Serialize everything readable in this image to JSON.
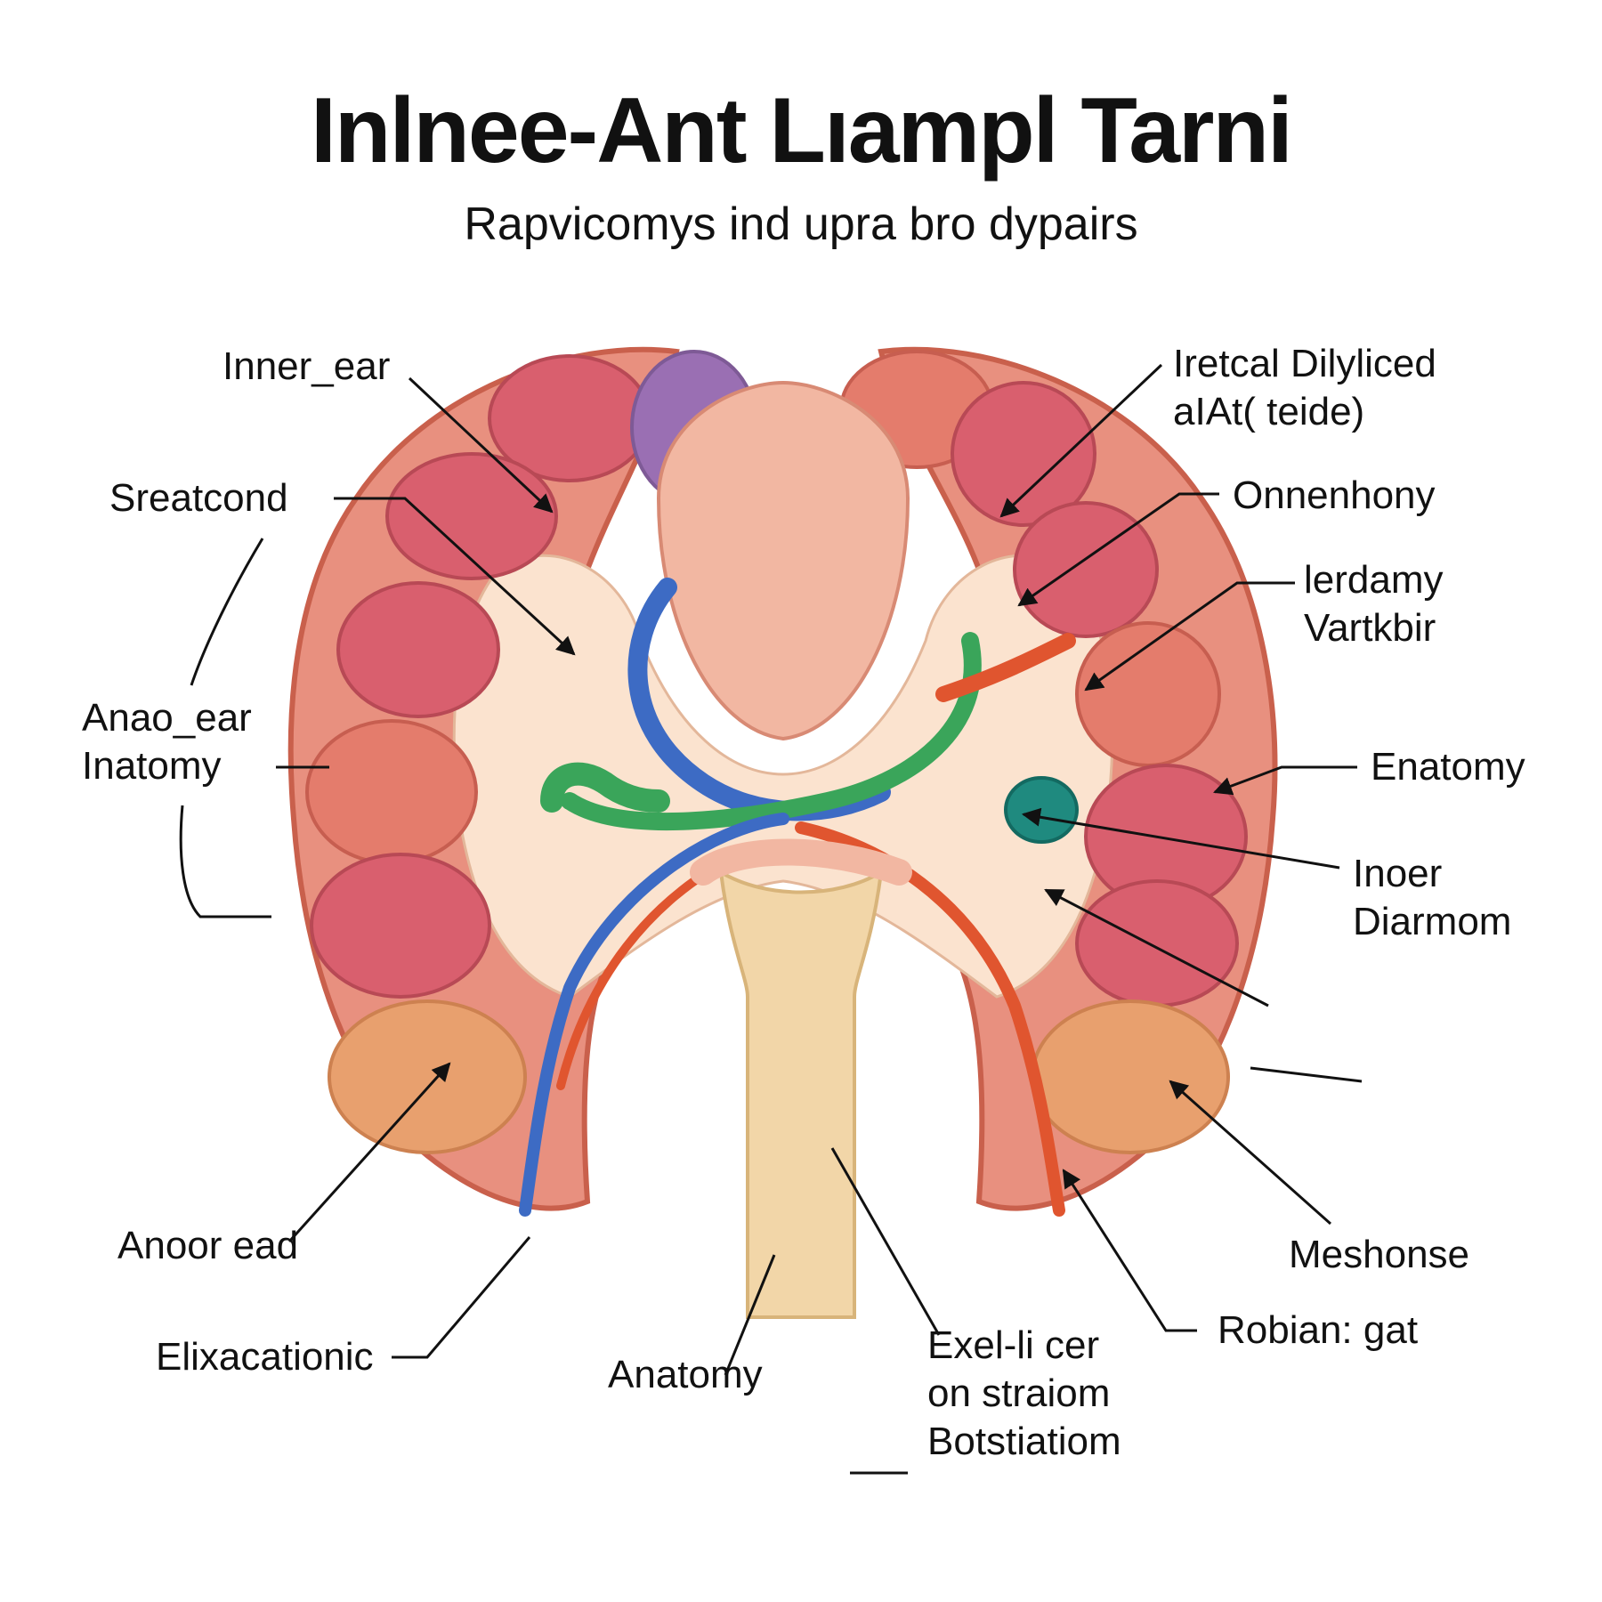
{
  "header": {
    "title": "Inlnee-Ant Lıampl Tarni",
    "subtitle": "Rapvicomys ind upra bro dypairs"
  },
  "labels": {
    "inner_ear": "Inner_ear",
    "sreatcond": "Sreatcond",
    "anao_ear": "Anao_ear\nInatomy",
    "anoor_ead": "Anoor ead",
    "elixacationic": "Elixacationic",
    "anatomy_bottom": "Anatomy",
    "exel_stratom": "Exel-li cer\non straiom\nBotstiatiom",
    "iretcal": "Iretcal Dilyliced\naIAt( teide)",
    "onnenhony": "Onnenhony",
    "lerdamy": "lerdamy\nVartkbir",
    "enatomy": "Enatomy",
    "inoer": "Inoer\nDiarmom",
    "meshonse": "Meshonse",
    "robian_gat": "Robian: gat"
  },
  "colors": {
    "capsule": "#e8907f",
    "capsule_outline": "#c9604c",
    "pelvis": "#fbe3cf",
    "pyramid": "#d95f6e",
    "pyramid_lower": "#e8a06e",
    "vein": "#3d6bc4",
    "green_vessel": "#3aa55a",
    "artery": "#e0552f",
    "ureter": "#f2d6a8"
  }
}
